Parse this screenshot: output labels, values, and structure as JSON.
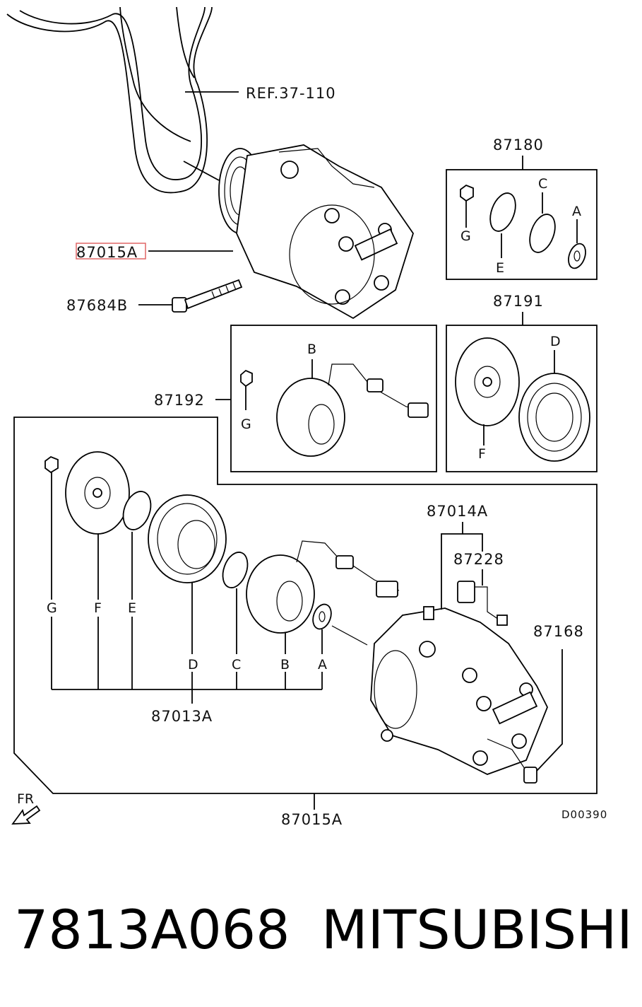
{
  "diagram": {
    "ref_label": "REF.37-110",
    "callouts": {
      "compressor_assy": "87015A",
      "bolt": "87684B",
      "seal_kit": "87180",
      "clutch_kit": "87191",
      "coil_kit": "87192",
      "valve_kit": "87014A",
      "sensor": "87228",
      "sensor_bolt": "87168",
      "clutch_assy": "87013A",
      "bottom_assy": "87015A"
    },
    "letters": {
      "a": "A",
      "b": "B",
      "c": "C",
      "d": "D",
      "e": "E",
      "f": "F",
      "g": "G"
    },
    "direction_label": "FR",
    "drawing_code": "D00390"
  },
  "footer": {
    "part_number": "7813A068",
    "brand": "MITSUBISHI"
  }
}
